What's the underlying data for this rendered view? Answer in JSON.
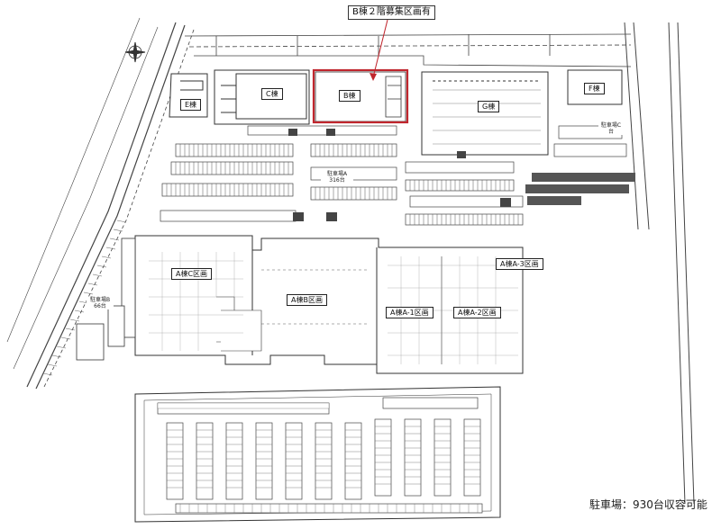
{
  "colors": {
    "line": "#333333",
    "highlight": "#c0262d",
    "paper": "#ffffff",
    "hatch": "#555555"
  },
  "callout": {
    "text": "B棟２階募集区画有"
  },
  "buildings": {
    "b": "B棟",
    "c": "C棟",
    "e": "E棟",
    "f": "F棟",
    "g": "G棟",
    "a_c": "A棟C区画",
    "a_b": "A棟B区画",
    "a_a1": "A棟A-1区画",
    "a_a2": "A棟A-2区画",
    "a_a3": "A棟A-3区画"
  },
  "parking_labels": {
    "center": "駐車場A\n316台",
    "left": "駐車場B\n66台",
    "right": "駐車場C\n台"
  },
  "legend": {
    "capacity": "駐車場：930台収容可能"
  },
  "icons": {
    "north": "north-arrow-icon"
  }
}
